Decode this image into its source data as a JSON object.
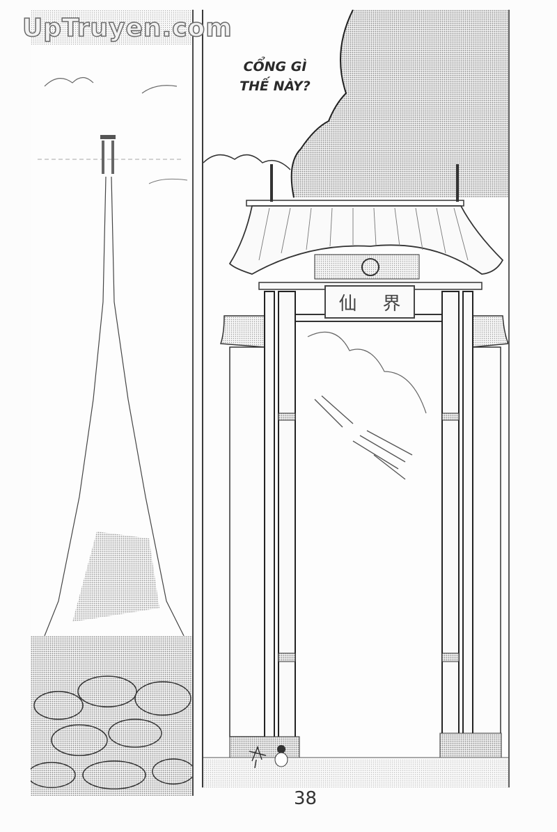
{
  "page": {
    "type": "manga-page",
    "watermark": "UpTruyen.com",
    "page_number": "38",
    "colors": {
      "paper": "#fcfcfc",
      "ink": "#2a2a2a",
      "screentone": "#b5b5b5"
    }
  },
  "panels": [
    {
      "id": "left",
      "description": "Distant view of a gate on a hill, a stone path leading toward it"
    },
    {
      "id": "right",
      "description": "Large traditional gate with tiled roof and plaque, small character at its base",
      "speech_bubble": {
        "lines": [
          "CỔNG GÌ",
          "THẾ NÀY?"
        ]
      },
      "plaque": {
        "chars": [
          "仙",
          "界"
        ]
      }
    }
  ]
}
